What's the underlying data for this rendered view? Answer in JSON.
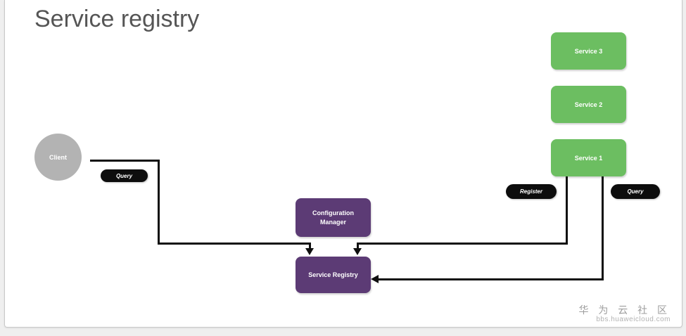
{
  "title": "Service registry",
  "diagram": {
    "client": {
      "label": "Client"
    },
    "services": [
      {
        "label": "Service 3"
      },
      {
        "label": "Service 2"
      },
      {
        "label": "Service 1"
      }
    ],
    "config_manager": {
      "label": "Configuration Manager"
    },
    "service_registry": {
      "label": "Service Registry"
    },
    "edge_labels": {
      "client_query": "Query",
      "register": "Register",
      "service_query": "Query"
    }
  },
  "colors": {
    "service_green": "#6cbe61",
    "registry_purple": "#5c3b75",
    "client_gray": "#b3b3b3",
    "connector_black": "#0f0f0f"
  },
  "watermark": {
    "site_name": "华 为 云 社 区",
    "site_url": "bbs.huaweicloud.com"
  }
}
